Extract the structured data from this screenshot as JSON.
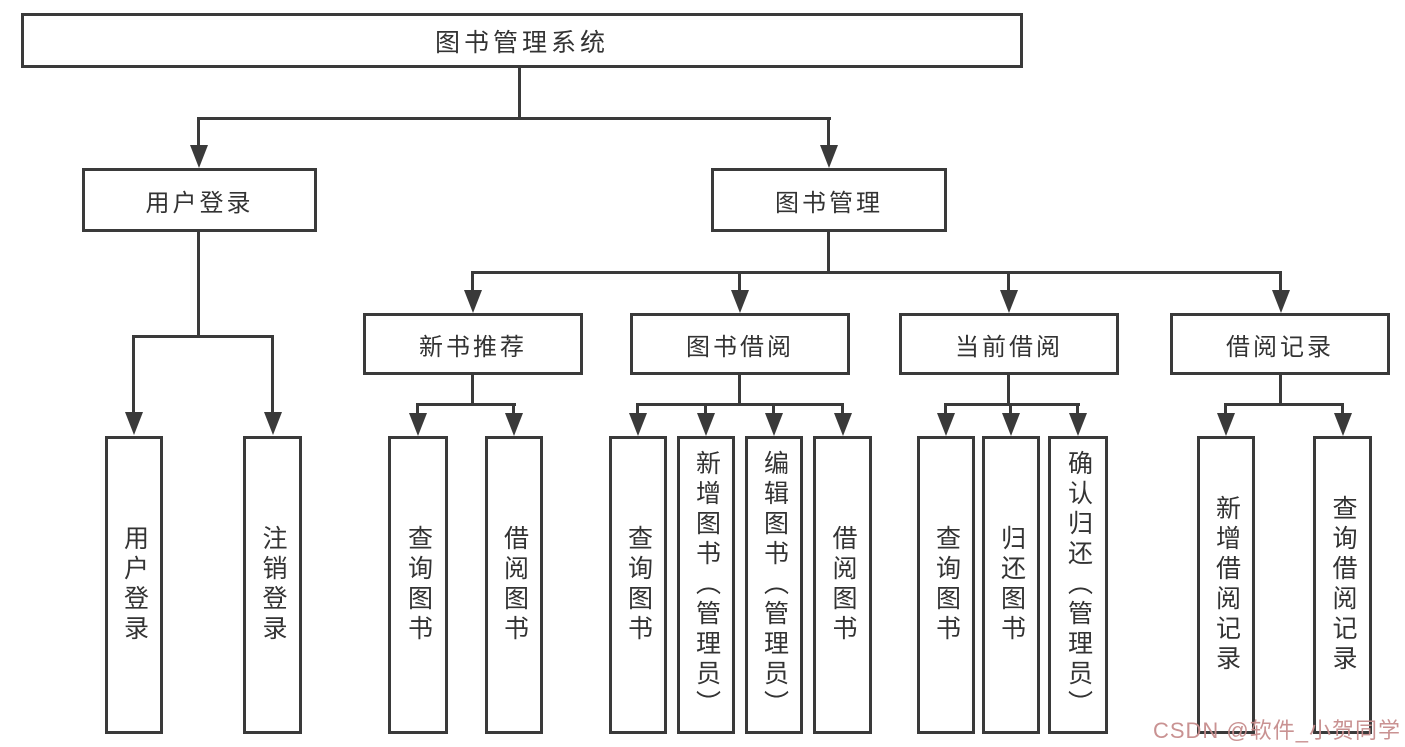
{
  "title": "图书管理系统",
  "watermark": "CSDN @软件_小贺同学",
  "colors": {
    "line": "#3a3a3a",
    "text": "#333333",
    "background": "#ffffff",
    "watermark": "#c68c8c"
  },
  "tree": {
    "root": {
      "label": "图书管理系统"
    },
    "children": [
      {
        "label": "用户登录",
        "children": [
          {
            "label": "用户登录"
          },
          {
            "label": "注销登录"
          }
        ]
      },
      {
        "label": "图书管理",
        "children": [
          {
            "label": "新书推荐",
            "children": [
              {
                "label": "查询图书"
              },
              {
                "label": "借阅图书"
              }
            ]
          },
          {
            "label": "图书借阅",
            "children": [
              {
                "label": "查询图书"
              },
              {
                "label": "新增图书（管理员）"
              },
              {
                "label": "编辑图书（管理员）"
              },
              {
                "label": "借阅图书"
              }
            ]
          },
          {
            "label": "当前借阅",
            "children": [
              {
                "label": "查询图书"
              },
              {
                "label": "归还图书"
              },
              {
                "label": "确认归还（管理员）"
              }
            ]
          },
          {
            "label": "借阅记录",
            "children": [
              {
                "label": "新增借阅记录"
              },
              {
                "label": "查询借阅记录"
              }
            ]
          }
        ]
      }
    ]
  }
}
